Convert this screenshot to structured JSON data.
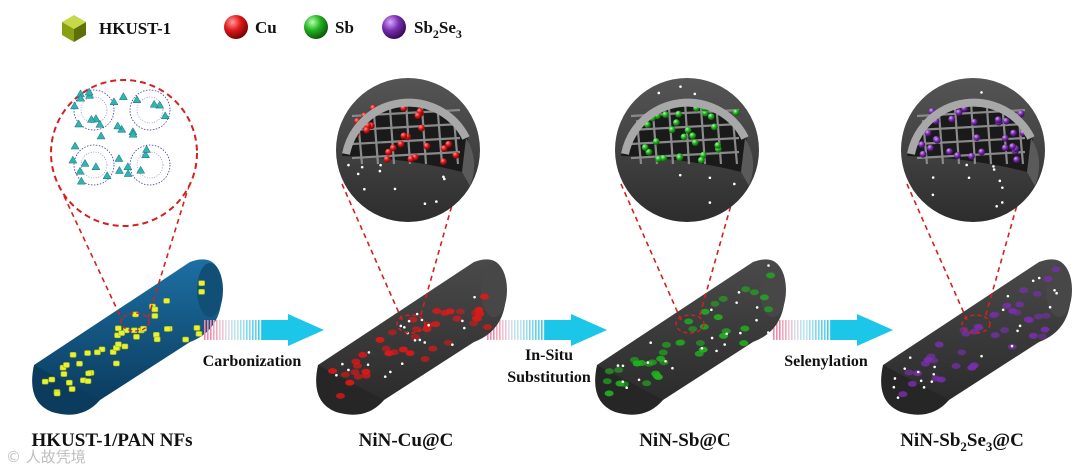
{
  "legend": {
    "items": [
      {
        "label": "HKUST-1",
        "icon": "cube-icon",
        "color": "#8aa012"
      },
      {
        "label": "Cu",
        "icon": "sphere-icon",
        "color": "#e01818"
      },
      {
        "label": "Sb",
        "icon": "sphere-icon",
        "color": "#22b21f"
      },
      {
        "label_parts": [
          "Sb",
          "2",
          "Se",
          "3"
        ],
        "icon": "sphere-icon",
        "color": "#7a2fae"
      }
    ]
  },
  "stages": [
    {
      "label_parts": [
        "HKUST-1/PAN NFs"
      ],
      "fiber_color": "#0f4f7a",
      "particle_color": "#e6f235"
    },
    {
      "label_parts": [
        "NiN-Cu@C"
      ],
      "fiber_color": "#3b3b3b",
      "particle_color": "#e01818"
    },
    {
      "label_parts": [
        "NiN-Sb@C"
      ],
      "fiber_color": "#3b3b3b",
      "particle_color": "#22b21f"
    },
    {
      "label_parts": [
        "NiN-Sb",
        "2",
        "Se",
        "3",
        "@C"
      ],
      "fiber_color": "#3b3b3b",
      "particle_color": "#7a2fae"
    }
  ],
  "steps": [
    {
      "lines": [
        "Carbonization"
      ]
    },
    {
      "lines": [
        "In-Situ",
        "Substitution"
      ]
    },
    {
      "lines": [
        "Selenylation"
      ]
    }
  ],
  "colors": {
    "arrow": "#1cc6e8",
    "zoom_line": "#d42020",
    "shell": "#444444"
  },
  "watermark": "© 人故凭境"
}
